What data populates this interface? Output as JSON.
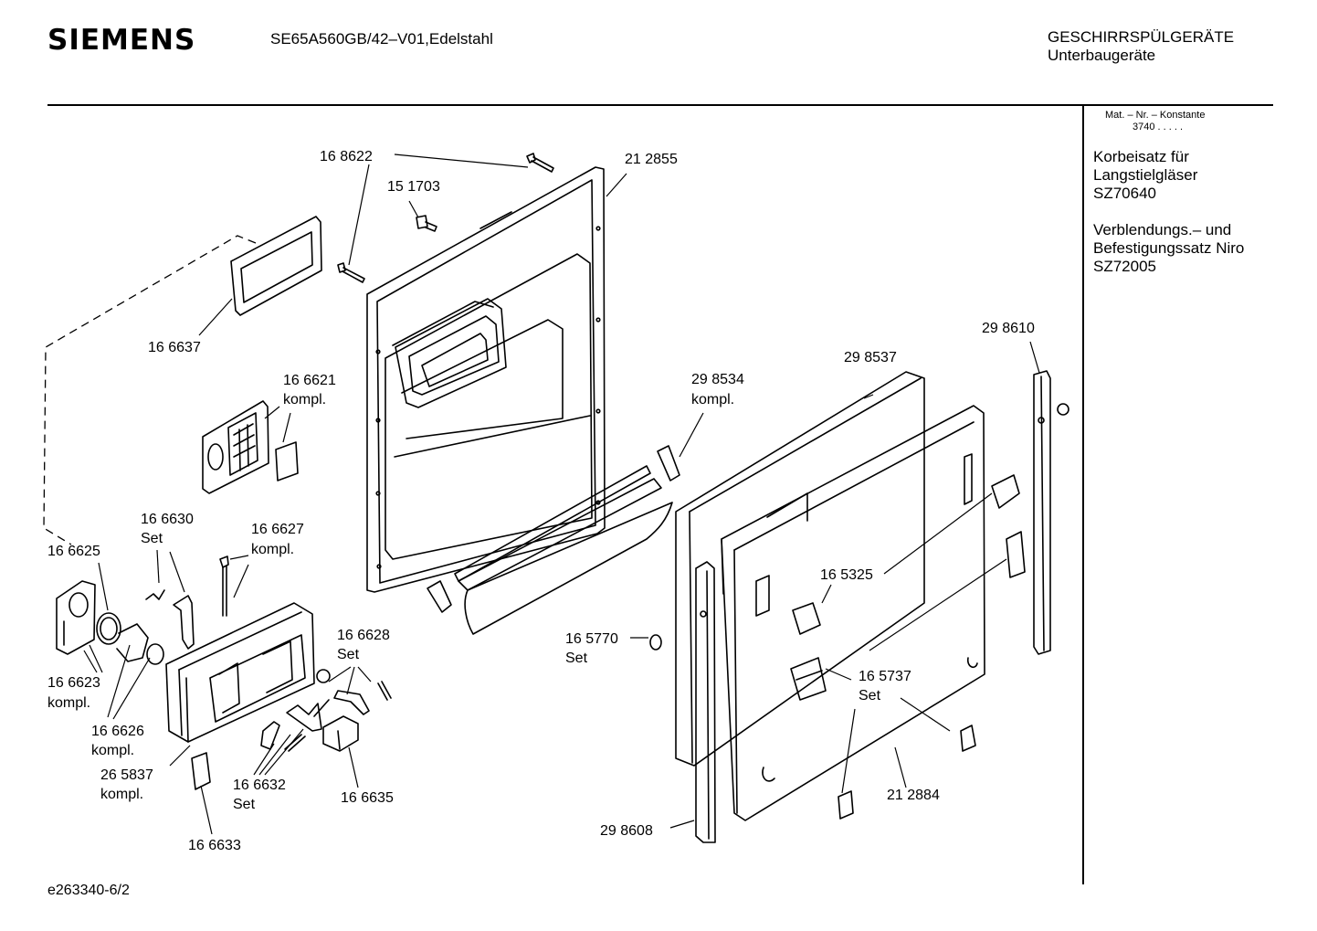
{
  "header": {
    "brand": "SIEMENS",
    "model": "SE65A560GB/42–V01,Edelstahl",
    "category_line1": "GESCHIRRSPÜLGERÄTE",
    "category_line2": "Unterbaugeräte"
  },
  "sidebar": {
    "mat_label": "Mat. – Nr. – Konstante",
    "mat_value": "3740  .  .  .  .  .",
    "notes": [
      {
        "line1": "Korbeisatz für",
        "line2": "Langstielgläser",
        "line3": "SZ70640"
      },
      {
        "line1": "Verblendungs.– und",
        "line2": "Befestigungssatz Niro",
        "line3": "SZ72005"
      }
    ]
  },
  "parts": [
    {
      "id": "p168622",
      "line1": "16 8622",
      "line2": ""
    },
    {
      "id": "p151703",
      "line1": "15 1703",
      "line2": ""
    },
    {
      "id": "p212855",
      "line1": "21 2855",
      "line2": ""
    },
    {
      "id": "p166637",
      "line1": "16 6637",
      "line2": ""
    },
    {
      "id": "p166621",
      "line1": "16 6621",
      "line2": "kompl."
    },
    {
      "id": "p298534",
      "line1": "29 8534",
      "line2": "kompl."
    },
    {
      "id": "p298537",
      "line1": "29 8537",
      "line2": ""
    },
    {
      "id": "p298610",
      "line1": "29 8610",
      "line2": ""
    },
    {
      "id": "p166630",
      "line1": "16 6630",
      "line2": "Set"
    },
    {
      "id": "p166627",
      "line1": "16 6627",
      "line2": "kompl."
    },
    {
      "id": "p166625",
      "line1": "16 6625",
      "line2": ""
    },
    {
      "id": "p165325",
      "line1": "16 5325",
      "line2": ""
    },
    {
      "id": "p166628",
      "line1": "16 6628",
      "line2": "Set"
    },
    {
      "id": "p165770",
      "line1": "16 5770",
      "line2": "Set"
    },
    {
      "id": "p166623",
      "line1": "16 6623",
      "line2": "kompl."
    },
    {
      "id": "p165737",
      "line1": "16 5737",
      "line2": "Set"
    },
    {
      "id": "p166626",
      "line1": "16 6626",
      "line2": "kompl."
    },
    {
      "id": "p265837",
      "line1": "26 5837",
      "line2": "kompl."
    },
    {
      "id": "p166632",
      "line1": "16 6632",
      "line2": "Set"
    },
    {
      "id": "p166635",
      "line1": "16 6635",
      "line2": ""
    },
    {
      "id": "p212884",
      "line1": "21 2884",
      "line2": ""
    },
    {
      "id": "p298608",
      "line1": "29 8608",
      "line2": ""
    },
    {
      "id": "p166633",
      "line1": "16 6633",
      "line2": ""
    }
  ],
  "footer": {
    "code": "e263340-6/2"
  }
}
